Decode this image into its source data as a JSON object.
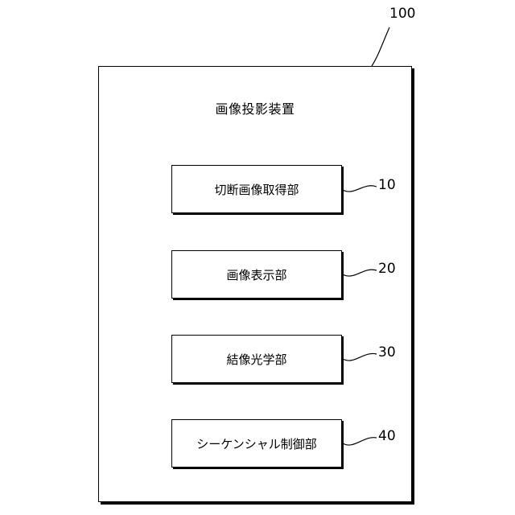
{
  "device": {
    "ref": "100",
    "title": "画像投影装置"
  },
  "blocks": [
    {
      "label": "切断画像取得部",
      "ref": "10"
    },
    {
      "label": "画像表示部",
      "ref": "20"
    },
    {
      "label": "結像光学部",
      "ref": "30"
    },
    {
      "label": "シーケンシャル制御部",
      "ref": "40"
    }
  ]
}
